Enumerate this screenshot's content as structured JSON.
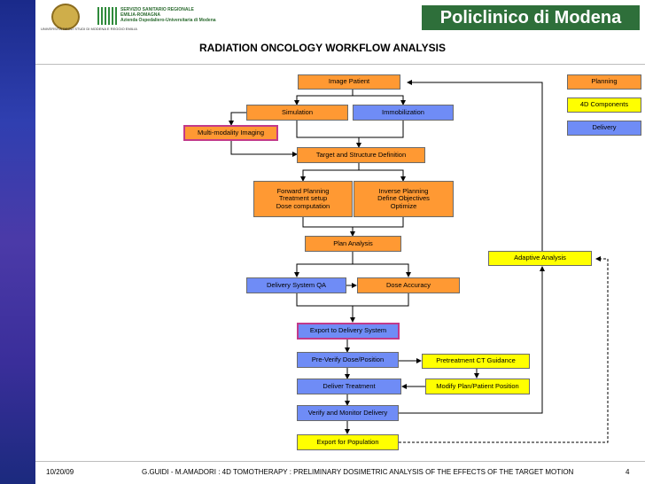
{
  "header": {
    "university_text": "UNIVERSITÀ DEGLI STUDI DI MODENA E REGGIO EMILIA",
    "ssr_line1": "SERVIZIO SANITARIO REGIONALE",
    "ssr_line2": "EMILIA-ROMAGNA",
    "ssr_line3": "Azienda Ospedaliero-Universitaria di Modena",
    "hospital_name": "Policlinico di Modena"
  },
  "title": "RADIATION ONCOLOGY WORKFLOW ANALYSIS",
  "legend": {
    "planning": "Planning",
    "components_4d": "4D Components",
    "delivery": "Delivery"
  },
  "nodes": {
    "image_patient": "Image Patient",
    "simulation": "Simulation",
    "immobilization": "Immobilization",
    "multimodality": "Multi-modality Imaging",
    "target_definition": "Target and Structure Definition",
    "forward_planning": "Forward Planning\nTreatment setup\nDose computation",
    "inverse_planning": "Inverse Planning\nDefine Objectives\nOptimize",
    "plan_analysis": "Plan Analysis",
    "delivery_qa": "Delivery System QA",
    "dose_accuracy": "Dose Accuracy",
    "export_delivery": "Export to Delivery System",
    "preverify": "Pre-Verify Dose/Position",
    "deliver": "Deliver Treatment",
    "verify_monitor": "Verify and Monitor Delivery",
    "export_population": "Export for Population",
    "pretreatment_ct": "Pretreatment CT Guidance",
    "modify_plan": "Modify Plan/Patient Position",
    "adaptive": "Adaptive Analysis"
  },
  "colors": {
    "planning": "#ff9933",
    "delivery": "#6f8cf6",
    "components_4d": "#ffff00",
    "highlight_border": "#c23a8a"
  },
  "footer": {
    "date": "10/20/09",
    "text": "G.GUIDI - M.AMADORI : 4D TOMOTHERAPY : PRELIMINARY DOSIMETRIC ANALYSIS OF THE EFFECTS OF THE TARGET MOTION",
    "page": "4"
  }
}
